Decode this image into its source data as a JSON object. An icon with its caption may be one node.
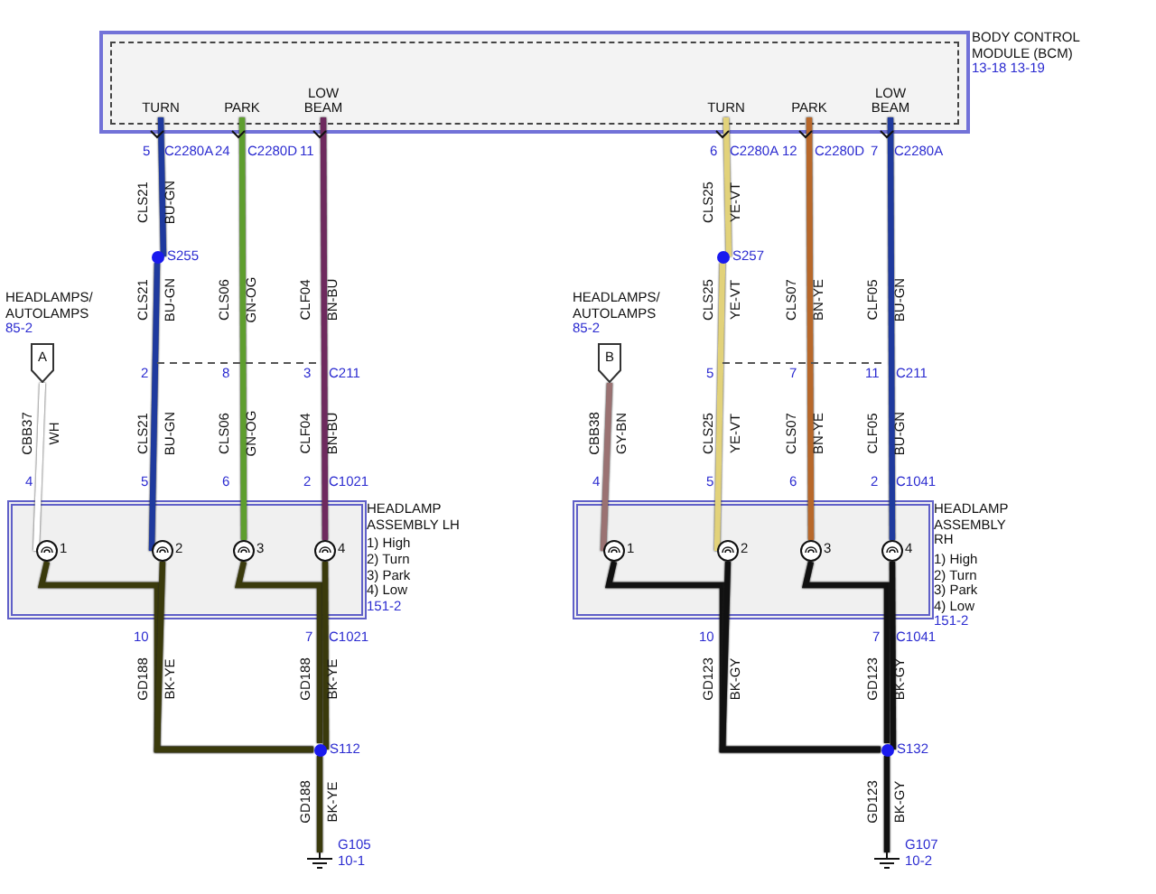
{
  "diagram": {
    "nodes": [
      {
        "text": [
          "BODY CONTROL MODULE (BCM)",
          "13-18 13-19"
        ]
      },
      {
        "text": [
          "TURN"
        ],
        "in": 0
      },
      {
        "text": [
          "PARK"
        ],
        "in": 0
      },
      {
        "text": [
          "LOW BEAM"
        ],
        "in": 0
      },
      {
        "text": [
          "TURN"
        ],
        "in": 0
      },
      {
        "text": [
          "PARK"
        ],
        "in": 0
      },
      {
        "text": [
          "LOW BEAM"
        ],
        "in": 0
      },
      {
        "text": [],
        "shape": "circle",
        "beside": [
          "S255"
        ]
      },
      {
        "text": [],
        "shape": "circle",
        "beside": [
          "S257"
        ]
      },
      {
        "text": [
          "A"
        ],
        "beside": [
          "HEADLAMPS/ AUTOLAMPS",
          "85-2"
        ]
      },
      {
        "text": [
          "B"
        ],
        "beside": [
          "HEADLAMPS/ AUTOLAMPS",
          "85-2"
        ]
      },
      {
        "text": [
          "HEADLAMP ASSEMBLY LH",
          "1) High",
          "2) Turn",
          "3) Park",
          "4) Low",
          "151-2"
        ]
      },
      {
        "text": [
          "1"
        ],
        "in": 11
      },
      {
        "text": [
          "2"
        ],
        "in": 11
      },
      {
        "text": [
          "3"
        ],
        "in": 11
      },
      {
        "text": [
          "4"
        ],
        "in": 11
      },
      {
        "text": [
          "HEADLAMP ASSEMBLY RH",
          "1) High",
          "2) Turn",
          "3) Park",
          "4) Low",
          "151-2"
        ]
      },
      {
        "text": [
          "1"
        ],
        "in": 16
      },
      {
        "text": [
          "2"
        ],
        "in": 16
      },
      {
        "text": [
          "3"
        ],
        "in": 16
      },
      {
        "text": [
          "4"
        ],
        "in": 16
      },
      {
        "text": [],
        "shape": "circle",
        "beside": [
          "S112"
        ]
      },
      {
        "text": [],
        "shape": "circle",
        "beside": [
          "S132"
        ]
      },
      {
        "text": [],
        "shape": "ground",
        "beside": [
          "G105",
          "10-1"
        ]
      },
      {
        "text": [],
        "shape": "ground",
        "beside": [
          "G107",
          "10-2"
        ]
      }
    ],
    "edges": [
      {
        "from": 1,
        "to": 7,
        "arrow": "none",
        "color": "#1f3a9e"
      },
      {
        "from": 7,
        "to": 13,
        "arrow": "none",
        "color": "#1f3a9e"
      },
      {
        "from": 2,
        "to": 14,
        "arrow": "none",
        "color": "#5e9e2e"
      },
      {
        "from": 3,
        "to": 15,
        "arrow": "none",
        "color": "#6e2a5e"
      },
      {
        "from": 9,
        "to": 12,
        "arrow": "none",
        "color": "#ffffff"
      },
      {
        "from": 4,
        "to": 8,
        "arrow": "none",
        "color": "#e2d27a"
      },
      {
        "from": 8,
        "to": 18,
        "arrow": "none",
        "color": "#e2d27a"
      },
      {
        "from": 5,
        "to": 19,
        "arrow": "none",
        "color": "#b8682a"
      },
      {
        "from": 6,
        "to": 20,
        "arrow": "none",
        "color": "#1f3a9e"
      },
      {
        "from": 10,
        "to": 17,
        "arrow": "none",
        "color": "#9a7272"
      },
      {
        "from": 12,
        "to": 21,
        "arrow": "none",
        "color": "#3a3a0c"
      },
      {
        "from": 13,
        "to": 21,
        "arrow": "none",
        "color": "#3a3a0c"
      },
      {
        "from": 14,
        "to": 21,
        "arrow": "none",
        "color": "#3a3a0c"
      },
      {
        "from": 15,
        "to": 21,
        "arrow": "none",
        "color": "#3a3a0c"
      },
      {
        "from": 21,
        "to": 23,
        "arrow": "none",
        "color": "#3a3a0c"
      },
      {
        "from": 17,
        "to": 22,
        "arrow": "none",
        "color": "#111111"
      },
      {
        "from": 18,
        "to": 22,
        "arrow": "none",
        "color": "#111111"
      },
      {
        "from": 19,
        "to": 22,
        "arrow": "none",
        "color": "#111111"
      },
      {
        "from": 20,
        "to": 22,
        "arrow": "none",
        "color": "#111111"
      },
      {
        "from": 22,
        "to": 24,
        "arrow": "none",
        "color": "#111111"
      }
    ],
    "labels": [
      "5",
      "C2280A",
      "24",
      "C2280D",
      "11",
      "6",
      "C2280A",
      "12",
      "C2280D",
      "7",
      "C2280A",
      "CLS21",
      "BU-GN",
      "CLS25",
      "YE-VT",
      "CLS21",
      "BU-GN",
      "CLS06",
      "GN-OG",
      "CLF04",
      "BN-BU",
      "CLS25",
      "YE-VT",
      "CLS07",
      "BN-YE",
      "CLF05",
      "BU-GN",
      "2",
      "8",
      "3",
      "C211",
      "5",
      "7",
      "11",
      "C211",
      "CBB37",
      "WH",
      "CLS21",
      "BU-GN",
      "CLS06",
      "GN-OG",
      "CLF04",
      "BN-BU",
      "CBB38",
      "GY-BN",
      "CLS25",
      "YE-VT",
      "CLS07",
      "BN-YE",
      "CLF05",
      "BU-GN",
      "4",
      "5",
      "6",
      "2",
      "C1021",
      "4",
      "5",
      "6",
      "2",
      "C1041",
      "10",
      "7",
      "C1021",
      "10",
      "7",
      "C1041",
      "GD188",
      "BK-YE",
      "GD188",
      "BK-YE",
      "GD123",
      "BK-GY",
      "GD123",
      "BK-GY",
      "GD188",
      "BK-YE",
      "GD123",
      "BK-GY"
    ]
  }
}
